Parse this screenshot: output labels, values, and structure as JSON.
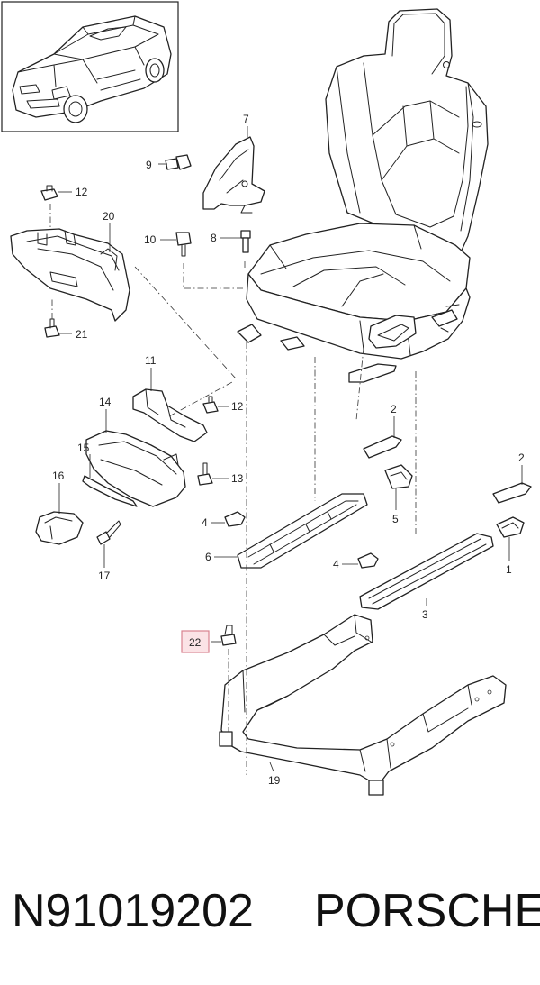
{
  "diagram": {
    "callouts": [
      {
        "id": "1",
        "label": "1"
      },
      {
        "id": "2a",
        "label": "2"
      },
      {
        "id": "2b",
        "label": "2"
      },
      {
        "id": "3",
        "label": "3"
      },
      {
        "id": "4a",
        "label": "4"
      },
      {
        "id": "4b",
        "label": "4"
      },
      {
        "id": "5",
        "label": "5"
      },
      {
        "id": "6",
        "label": "6"
      },
      {
        "id": "7",
        "label": "7"
      },
      {
        "id": "8",
        "label": "8"
      },
      {
        "id": "9",
        "label": "9"
      },
      {
        "id": "10",
        "label": "10"
      },
      {
        "id": "11",
        "label": "11"
      },
      {
        "id": "12a",
        "label": "12"
      },
      {
        "id": "12b",
        "label": "12"
      },
      {
        "id": "13",
        "label": "13"
      },
      {
        "id": "14",
        "label": "14"
      },
      {
        "id": "15",
        "label": "15"
      },
      {
        "id": "16",
        "label": "16"
      },
      {
        "id": "17",
        "label": "17"
      },
      {
        "id": "19",
        "label": "19"
      },
      {
        "id": "20",
        "label": "20"
      },
      {
        "id": "21",
        "label": "21"
      },
      {
        "id": "22",
        "label": "22"
      }
    ],
    "highlighted_callout": "22",
    "highlight_color": "#fbe3e6"
  },
  "caption": {
    "part_number": "N91019202",
    "brand": "PORSCHE"
  }
}
